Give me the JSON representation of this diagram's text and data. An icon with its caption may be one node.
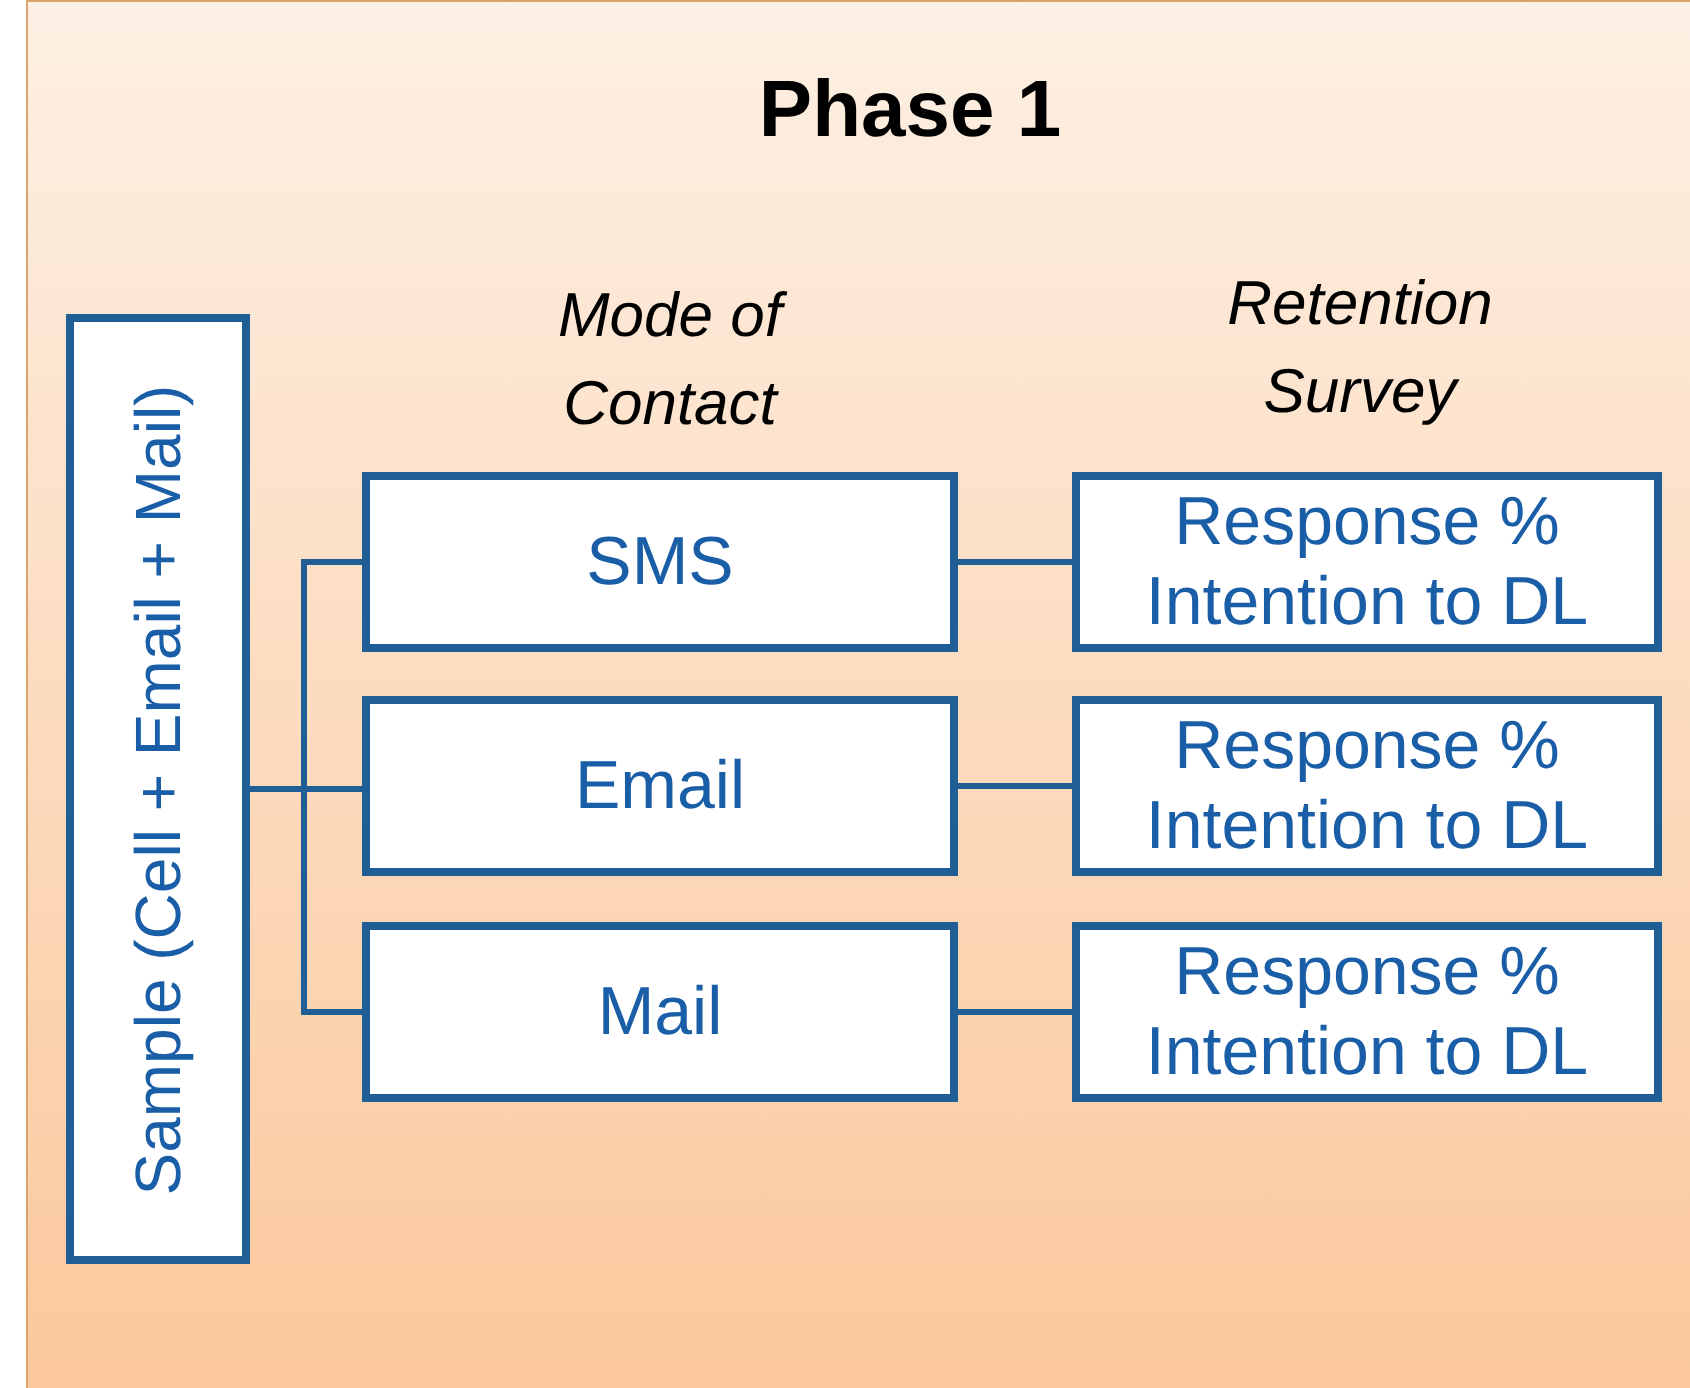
{
  "diagram": {
    "title": "Phase 1",
    "nodes": [
      {
        "text": [
          "Sample (Cell + Email + Mail)"
        ]
      },
      {
        "text": [
          "SMS"
        ]
      },
      {
        "text": [
          "Email"
        ]
      },
      {
        "text": [
          "Mail"
        ]
      },
      {
        "text": [
          "Response %",
          "Intention to DL"
        ]
      },
      {
        "text": [
          "Response %",
          "Intention to DL"
        ]
      },
      {
        "text": [
          "Response %",
          "Intention to DL"
        ]
      }
    ],
    "edges": [
      {
        "from": 0,
        "to": 1,
        "arrow": "none"
      },
      {
        "from": 0,
        "to": 2,
        "arrow": "none"
      },
      {
        "from": 0,
        "to": 3,
        "arrow": "none"
      },
      {
        "from": 1,
        "to": 4,
        "arrow": "none"
      },
      {
        "from": 2,
        "to": 5,
        "arrow": "none"
      },
      {
        "from": 3,
        "to": 6,
        "arrow": "none"
      }
    ],
    "labels": [
      "Mode of Contact",
      "Retention Survey"
    ]
  }
}
